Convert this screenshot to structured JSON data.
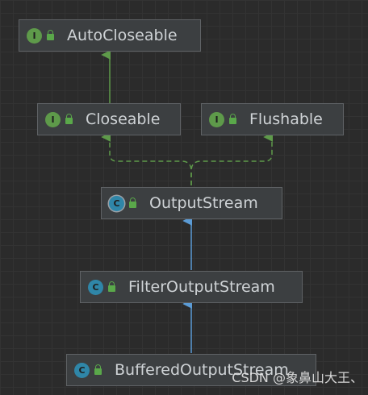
{
  "nodes": [
    {
      "id": "autocloseable",
      "label": "AutoCloseable",
      "kind": "interface",
      "icon_letter": "I",
      "icon": "interface-icon"
    },
    {
      "id": "closeable",
      "label": "Closeable",
      "kind": "interface",
      "icon_letter": "I",
      "icon": "interface-icon"
    },
    {
      "id": "flushable",
      "label": "Flushable",
      "kind": "interface",
      "icon_letter": "I",
      "icon": "interface-icon"
    },
    {
      "id": "outputstream",
      "label": "OutputStream",
      "kind": "abstract-class",
      "icon_letter": "C",
      "icon": "abstract-class-icon"
    },
    {
      "id": "filteroutputstream",
      "label": "FilterOutputStream",
      "kind": "class",
      "icon_letter": "C",
      "icon": "class-icon"
    },
    {
      "id": "bufferedoutputstream",
      "label": "BufferedOutputStream",
      "kind": "class",
      "icon_letter": "C",
      "icon": "class-icon"
    }
  ],
  "edges": [
    {
      "from": "closeable",
      "to": "autocloseable",
      "type": "extends"
    },
    {
      "from": "outputstream",
      "to": "closeable",
      "type": "implements"
    },
    {
      "from": "outputstream",
      "to": "flushable",
      "type": "implements"
    },
    {
      "from": "filteroutputstream",
      "to": "outputstream",
      "type": "extends"
    },
    {
      "from": "bufferedoutputstream",
      "to": "filteroutputstream",
      "type": "extends"
    }
  ],
  "colors": {
    "background": "#2b2b2b",
    "interface_edge": "#5e9a4a",
    "class_edge": "#5b9bd5",
    "interface_icon": "#5e9a4a",
    "class_icon": "#2f86a8"
  },
  "watermark": "CSDN @象鼻山大王、"
}
